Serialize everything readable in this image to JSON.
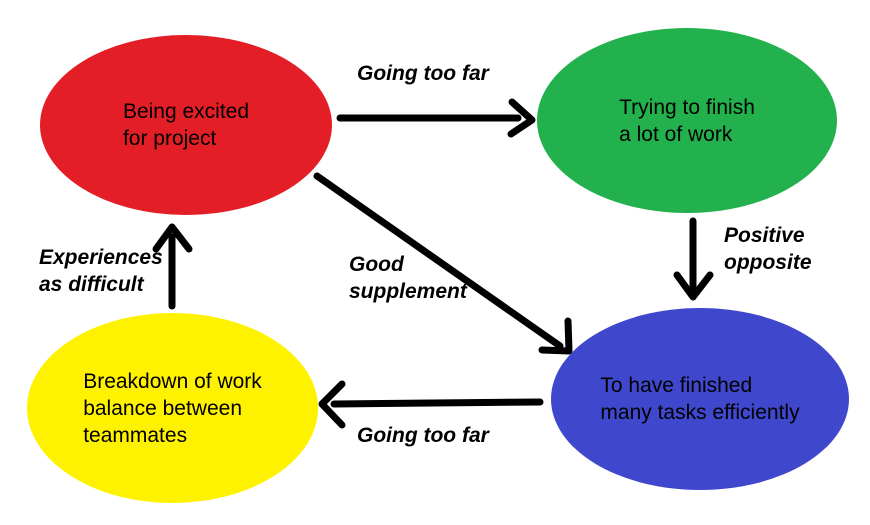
{
  "diagram": {
    "background_color": "#ffffff",
    "arrow_color": "#000000",
    "text_color": "#000000",
    "nodes": [
      {
        "id": "being-excited",
        "shape": "ellipse",
        "color": "#e41e26",
        "label": "Being excited for project",
        "lines": [
          "Being excited",
          "for project"
        ]
      },
      {
        "id": "trying-to-finish",
        "shape": "ellipse",
        "color": "#23b14d",
        "label": "Trying to finish a lot of work",
        "lines": [
          "Trying to finish",
          "a lot of work"
        ]
      },
      {
        "id": "breakdown",
        "shape": "ellipse",
        "color": "#fff200",
        "label": "Breakdown of work balance between teammates",
        "lines": [
          "Breakdown of work",
          "balance between",
          "teammates"
        ]
      },
      {
        "id": "finished-tasks",
        "shape": "ellipse",
        "color": "#3f48cc",
        "label": "To have finished many tasks efficiently",
        "lines": [
          "To have finished",
          "many tasks efficiently"
        ]
      }
    ],
    "edges": [
      {
        "from": "being-excited",
        "to": "trying-to-finish",
        "label": "Going too far",
        "lines": [
          "Going too far"
        ]
      },
      {
        "from": "trying-to-finish",
        "to": "finished-tasks",
        "label": "Positive opposite",
        "lines": [
          "Positive",
          "opposite"
        ]
      },
      {
        "from": "being-excited",
        "to": "finished-tasks",
        "label": "Good supplement",
        "lines": [
          "Good",
          "supplement"
        ]
      },
      {
        "from": "finished-tasks",
        "to": "breakdown",
        "label": "Going too far",
        "lines": [
          "Going too far"
        ]
      },
      {
        "from": "breakdown",
        "to": "being-excited",
        "label": "Experiences as difficult",
        "lines": [
          "Experiences",
          "as difficult"
        ]
      }
    ]
  }
}
